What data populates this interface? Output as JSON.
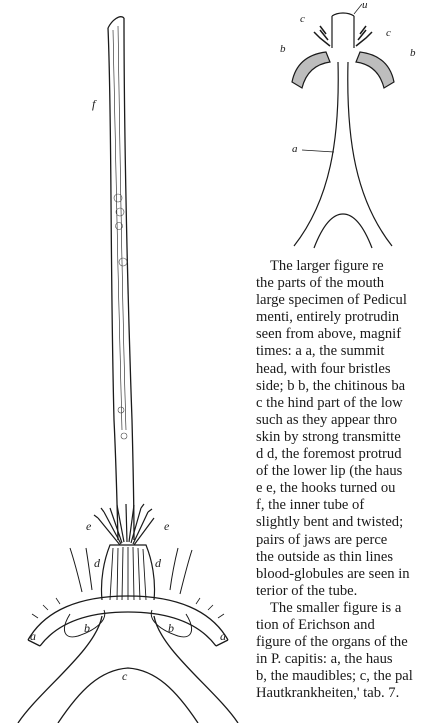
{
  "figure_large": {
    "labels": {
      "f": "f",
      "e_left": "e",
      "e_right": "e",
      "d_left": "d",
      "d_right": "d",
      "a_left": "a",
      "a_right": "a",
      "b_left": "b",
      "b_right": "b",
      "c": "c"
    }
  },
  "figure_small": {
    "labels": {
      "u": "u",
      "c_left": "c",
      "c_right": "c",
      "b_left": "b",
      "b_right": "b",
      "a": "a"
    }
  },
  "caption": {
    "lines_p1": [
      "The larger figure re",
      "the parts of the mouth",
      "large specimen of Pedicul",
      "menti, entirely protrudin",
      "seen from above, magnif",
      "times: a a, the summit",
      "head, with four bristles",
      "side; b b, the chitinous ba",
      "c the hind part of the low",
      "such as they appear thro",
      "skin by strong transmitte",
      "d d, the foremost protrud",
      "of the lower lip (the haus",
      "e e, the hooks turned ou",
      "f, the inner tube of",
      "slightly bent and twisted;",
      "pairs of jaws are perce",
      "the outside as thin lines",
      "blood-globules are seen in",
      "terior of the tube."
    ],
    "lines_p2": [
      "The smaller figure is a",
      "tion of Erichson and",
      "figure of the organs of the",
      "in P. capitis: a, the haus",
      "b, the maudibles; c, the pal",
      "Hautkrankheiten,' tab. 7."
    ]
  }
}
